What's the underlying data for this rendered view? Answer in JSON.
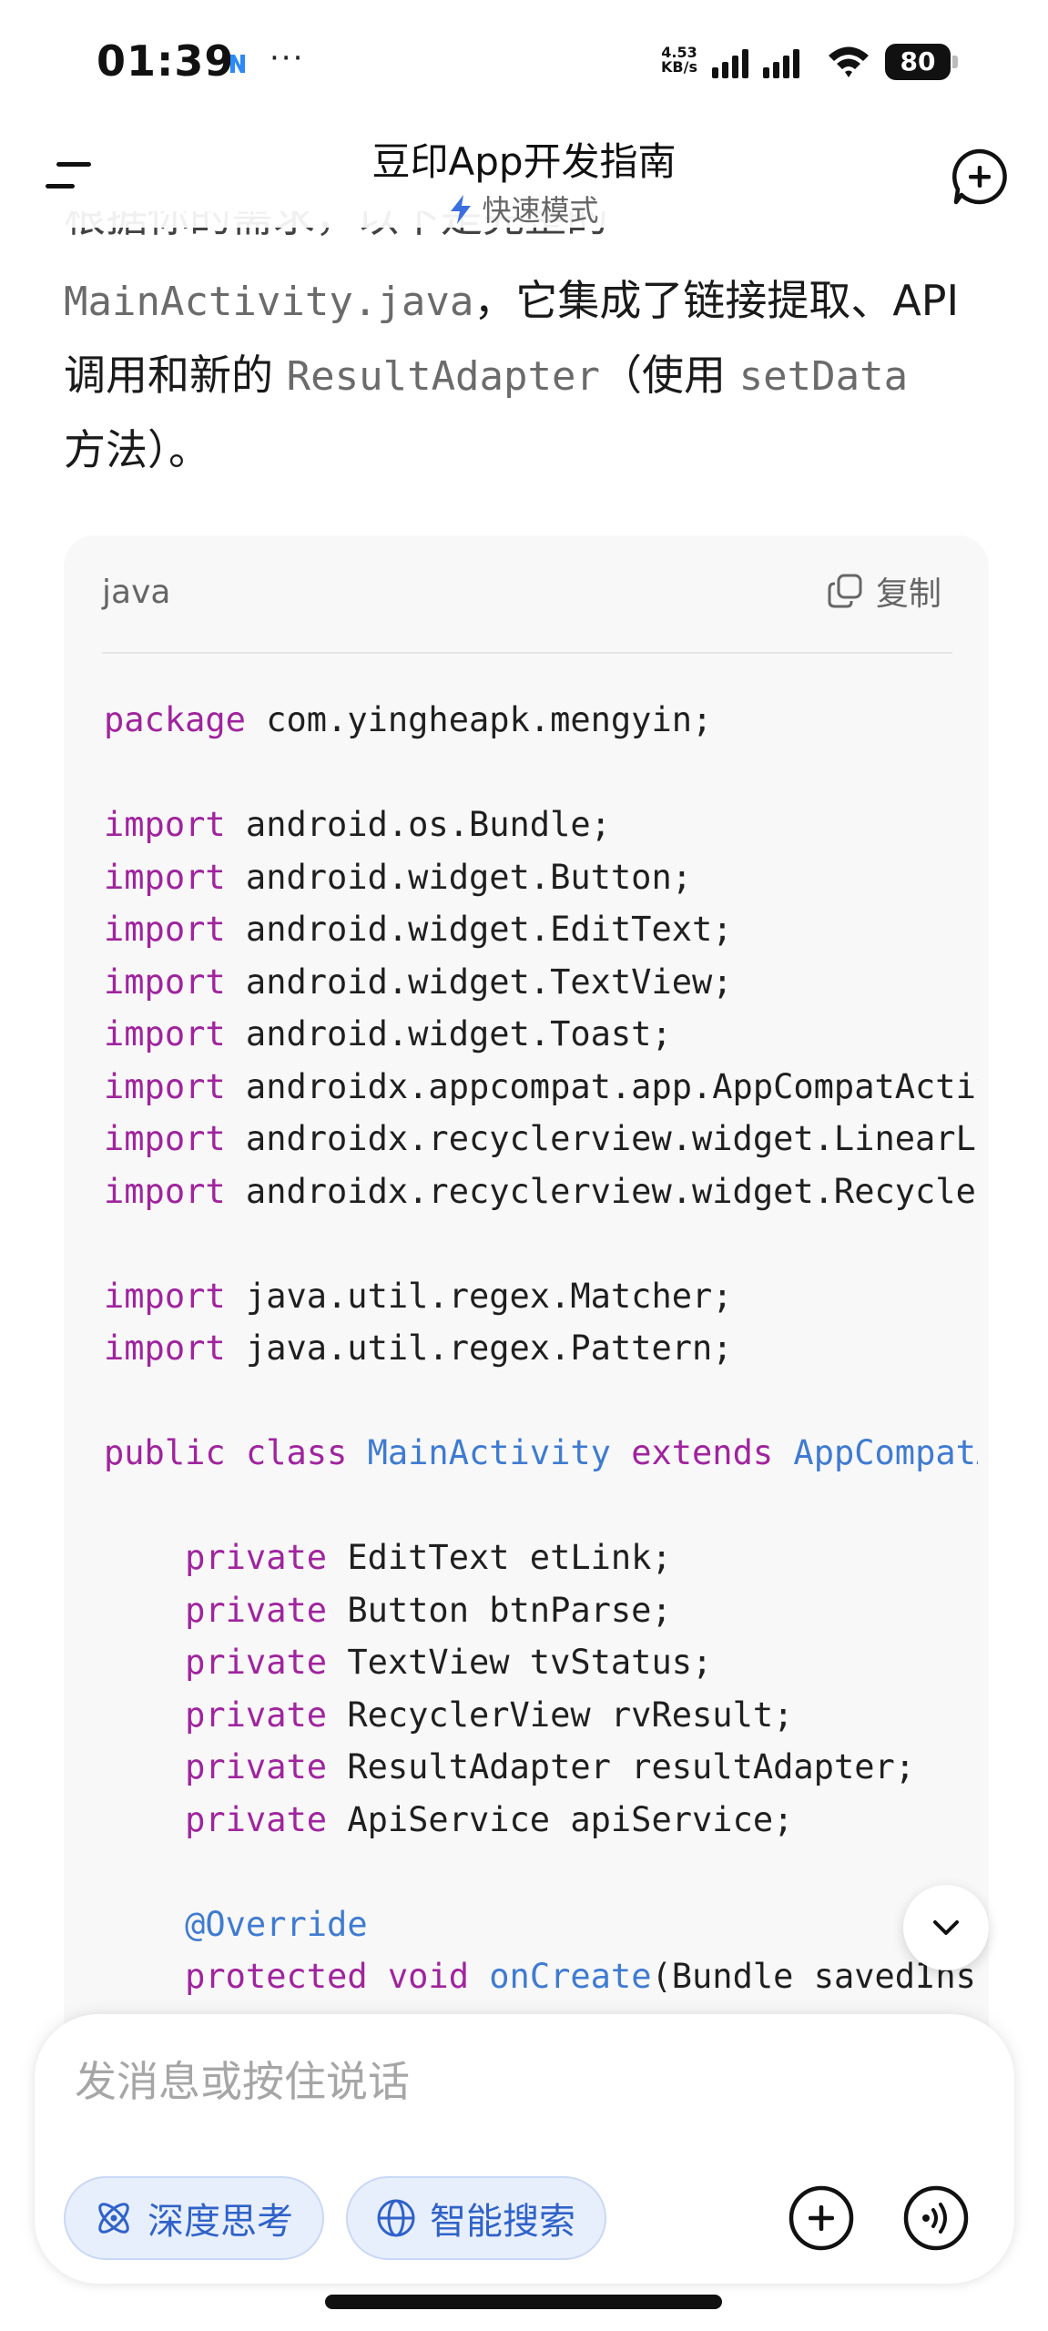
{
  "status_bar": {
    "time": "01:39",
    "more": "···",
    "net_speed_value": "4.53",
    "net_speed_unit": "KB/s",
    "battery": "80"
  },
  "header": {
    "title": "豆印App开发指南",
    "mode": "快速模式"
  },
  "message": {
    "partial_top": "根据你的需求，以下是完整的",
    "line1_code": "MainActivity.java",
    "line1_text": "，它集成了链接提取、API",
    "line2_text_a": "调用和新的 ",
    "line2_code_a": "ResultAdapter",
    "line2_text_b": "（使用 ",
    "line2_code_b": "setData",
    "line3_text": "方法）。"
  },
  "code_block": {
    "language": "java",
    "copy_label": "复制",
    "lines": [
      [
        {
          "t": "package",
          "c": "kw"
        },
        {
          "t": " com.yingheapk.mengyin;"
        }
      ],
      [],
      [
        {
          "t": "import",
          "c": "kw"
        },
        {
          "t": " android.os.Bundle;"
        }
      ],
      [
        {
          "t": "import",
          "c": "kw"
        },
        {
          "t": " android.widget.Button;"
        }
      ],
      [
        {
          "t": "import",
          "c": "kw"
        },
        {
          "t": " android.widget.EditText;"
        }
      ],
      [
        {
          "t": "import",
          "c": "kw"
        },
        {
          "t": " android.widget.TextView;"
        }
      ],
      [
        {
          "t": "import",
          "c": "kw"
        },
        {
          "t": " android.widget.Toast;"
        }
      ],
      [
        {
          "t": "import",
          "c": "kw"
        },
        {
          "t": " androidx.appcompat.app.AppCompatActiv"
        }
      ],
      [
        {
          "t": "import",
          "c": "kw"
        },
        {
          "t": " androidx.recyclerview.widget.LinearLa"
        }
      ],
      [
        {
          "t": "import",
          "c": "kw"
        },
        {
          "t": " androidx.recyclerview.widget.Recycler"
        }
      ],
      [],
      [
        {
          "t": "import",
          "c": "kw"
        },
        {
          "t": " java.util.regex.Matcher;"
        }
      ],
      [
        {
          "t": "import",
          "c": "kw"
        },
        {
          "t": " java.util.regex.Pattern;"
        }
      ],
      [],
      [
        {
          "t": "public",
          "c": "kw"
        },
        {
          "t": " "
        },
        {
          "t": "class",
          "c": "kw"
        },
        {
          "t": " "
        },
        {
          "t": "MainActivity",
          "c": "type"
        },
        {
          "t": " "
        },
        {
          "t": "extends",
          "c": "kw"
        },
        {
          "t": " "
        },
        {
          "t": "AppCompatA",
          "c": "type"
        }
      ],
      [],
      [
        {
          "t": "    "
        },
        {
          "t": "private",
          "c": "kw"
        },
        {
          "t": " EditText etLink;"
        }
      ],
      [
        {
          "t": "    "
        },
        {
          "t": "private",
          "c": "kw"
        },
        {
          "t": " Button btnParse;"
        }
      ],
      [
        {
          "t": "    "
        },
        {
          "t": "private",
          "c": "kw"
        },
        {
          "t": " TextView tvStatus;"
        }
      ],
      [
        {
          "t": "    "
        },
        {
          "t": "private",
          "c": "kw"
        },
        {
          "t": " RecyclerView rvResult;"
        }
      ],
      [
        {
          "t": "    "
        },
        {
          "t": "private",
          "c": "kw"
        },
        {
          "t": " ResultAdapter resultAdapter;"
        }
      ],
      [
        {
          "t": "    "
        },
        {
          "t": "private",
          "c": "kw"
        },
        {
          "t": " ApiService apiService;"
        }
      ],
      [],
      [
        {
          "t": "    "
        },
        {
          "t": "@Override",
          "c": "ann"
        }
      ],
      [
        {
          "t": "    "
        },
        {
          "t": "protected",
          "c": "kw"
        },
        {
          "t": " "
        },
        {
          "t": "void",
          "c": "kw"
        },
        {
          "t": " "
        },
        {
          "t": "onCreate",
          "c": "type"
        },
        {
          "t": "(Bundle savedInst"
        }
      ]
    ]
  },
  "composer": {
    "placeholder": "发消息或按住说话",
    "deep_think_label": "深度思考",
    "smart_search_label": "智能搜索"
  },
  "colors": {
    "accent_blue": "#2f62c9",
    "keyword_purple": "#a0249e",
    "type_blue": "#3f7bd1",
    "code_bg": "#f8f8f8"
  },
  "icons": {
    "menu": "menu-icon",
    "new_chat": "new-chat-icon",
    "bolt": "bolt-icon",
    "copy": "copy-icon",
    "scroll_down": "chevron-down-icon",
    "deep_think": "atom-icon",
    "smart_search": "globe-icon",
    "add": "plus-circle-icon",
    "voice": "voice-icon"
  }
}
